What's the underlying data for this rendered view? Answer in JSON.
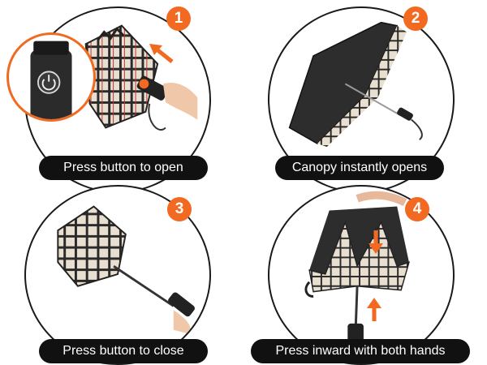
{
  "accent_color": "#f26a21",
  "steps": [
    {
      "number": "1",
      "caption": "Press button to open"
    },
    {
      "number": "2",
      "caption": "Canopy instantly opens"
    },
    {
      "number": "3",
      "caption": "Press button to close"
    },
    {
      "number": "4",
      "caption": "Press inward with both hands"
    }
  ],
  "icons": [
    "arrow-up-left-icon",
    "arrow-down-icon",
    "arrow-up-icon",
    "power-button-icon"
  ]
}
